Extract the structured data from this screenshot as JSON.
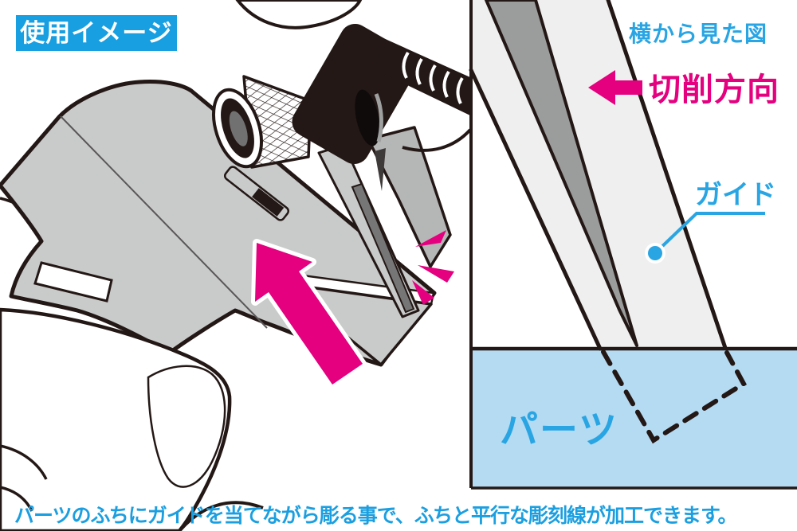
{
  "left_panel": {
    "badge_label": "使用イメージ"
  },
  "right_panel": {
    "title": "横から見た図",
    "cutting_direction_label": "切削方向",
    "guide_label": "ガイド",
    "part_label": "パーツ"
  },
  "caption": "パーツのふちにガイドを当てながら彫る事で、ふちと平行な彫刻線が加工できます。",
  "colors": {
    "brand_blue": "#189FE1",
    "cyan_text": "#29A5E3",
    "caption_blue": "#1B9FE0",
    "magenta": "#E4007F",
    "part_gray": "#C9CACA",
    "tool_gray": "#B5B6B6",
    "blade_side_gray": "#9B9C9C",
    "side_light_gray": "#EFEFEF",
    "part_blue_fill": "#B5DBF2",
    "outline_black": "#231815"
  },
  "icons": {
    "cutting_direction_arrow": "left-arrow",
    "push_arrow": "up-left-arrow",
    "guide_callout_dot": "dot",
    "impact_dashes": "three-speed-dashes"
  }
}
